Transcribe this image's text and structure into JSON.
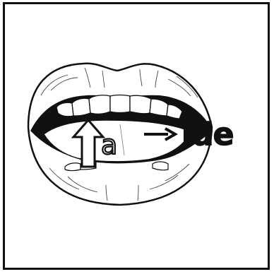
{
  "card": {
    "vowel": "a",
    "suffix": "ide"
  },
  "icons": {
    "mouth": "open-mouth-illustration",
    "up_arrow": "up-arrow-icon",
    "right_arrow": "right-arrow-icon"
  },
  "colors": {
    "ink": "#111111",
    "paper": "#ffffff"
  }
}
